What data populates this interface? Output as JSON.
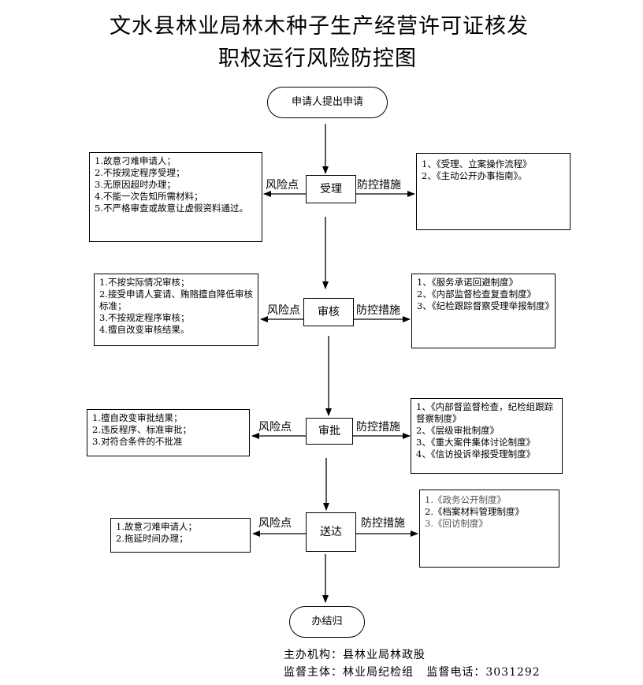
{
  "title": {
    "line1": "文水县林业局林木种子生产经营许可证核发",
    "line2": "职权运行风险防控图"
  },
  "start": "申请人提出申请",
  "end": "办结归",
  "labels": {
    "risk": "风险点",
    "control": "防控措施"
  },
  "steps": [
    {
      "name": "受理",
      "risks": [
        "1.故意刁难申请人；",
        "2.不按规定程序受理；",
        "3.无原因超时办理；",
        "4.不能一次告知所需材料；",
        "5.不严格审查或故意让虚假资料通过。"
      ],
      "controls": [
        "1、《受理、立案操作流程》",
        "2、《主动公开办事指南》。"
      ]
    },
    {
      "name": "审核",
      "risks": [
        "1.不按实际情况审核；",
        "2.接受申请人宴请、贿赂擅自降低审核标准；",
        "3.不按规定程序审核；",
        "4.擅自改变审核结果。"
      ],
      "controls": [
        "1、《服务承诺回避制度》",
        "2、《内部监督检查复查制度》",
        "3、《纪检跟踪督察受理举报制度》"
      ]
    },
    {
      "name": "审批",
      "risks": [
        "1.擅自改变审批结果；",
        "2.违反程序、标准审批；",
        "3.对符合条件的不批准"
      ],
      "controls": [
        "1、《内部督监督检查，纪检组跟踪督察制度》",
        "2、《层级审批制度》",
        "3、《重大案件集体讨论制度》",
        "4、《信访投诉举报受理制度》"
      ]
    },
    {
      "name": "送达",
      "risks": [
        "1.故意刁难申请人；",
        "2.拖延时间办理；"
      ],
      "controls": [
        "1.《政务公开制度》",
        "2.《档案材料管理制度》",
        "3.《回访制度》"
      ]
    }
  ],
  "footer": {
    "organizer": "主办机构：县林业局林政股",
    "supervisor": "监督主体：林业局纪检组   监督电话：3031292"
  }
}
